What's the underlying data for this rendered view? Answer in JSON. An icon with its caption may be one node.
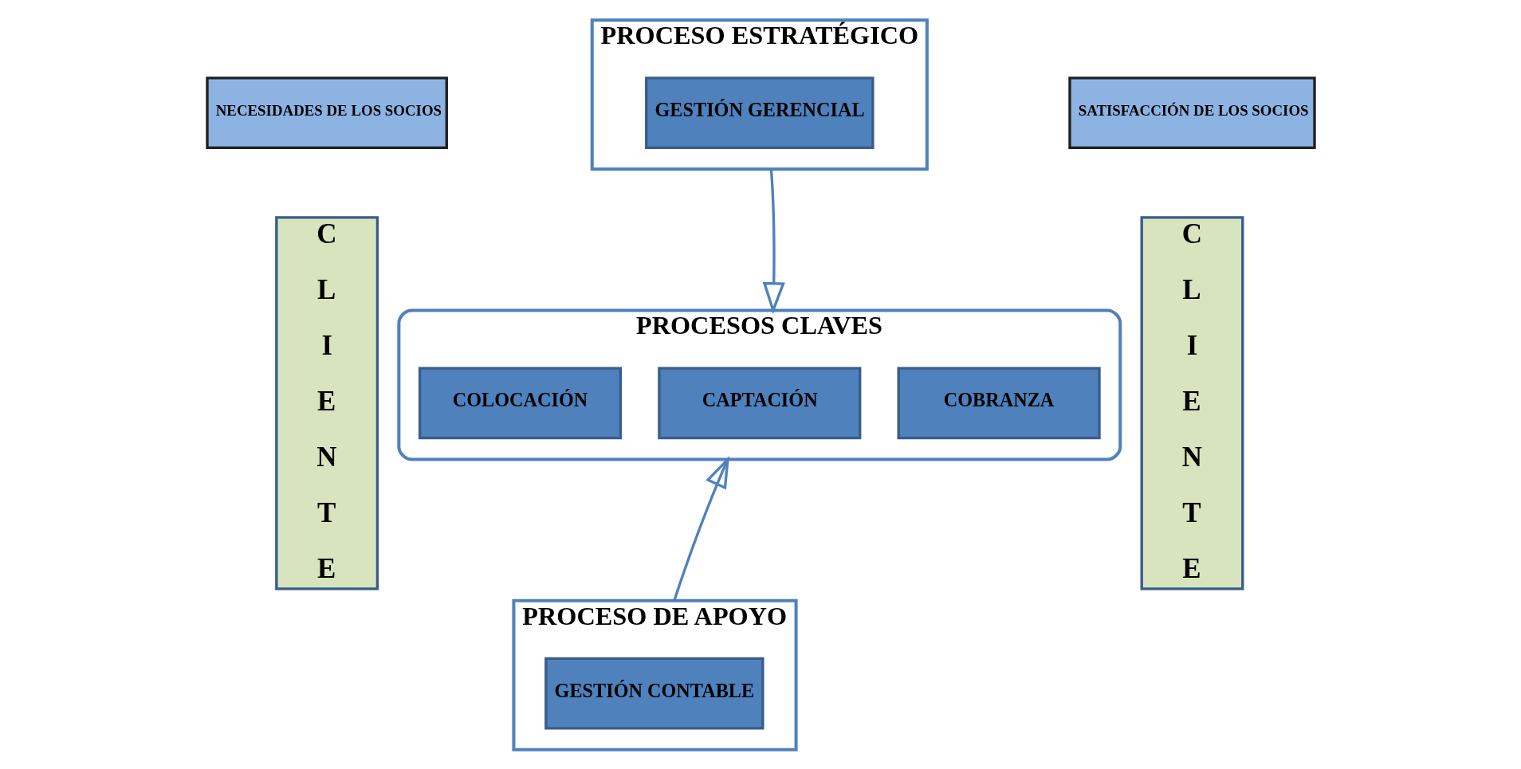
{
  "diagram": {
    "nodes": [
      {
        "text": [
          "NECESIDADES DE LOS SOCIOS"
        ]
      },
      {
        "text": [
          "C L I E N T E"
        ]
      },
      {
        "text": [
          "PROCESO ESTRATÉGICO"
        ]
      },
      {
        "text": [
          "GESTIÓN GERENCIAL"
        ],
        "in": 2
      },
      {
        "text": [
          "PROCESOS CLAVES"
        ]
      },
      {
        "text": [
          "COLOCACIÓN"
        ],
        "in": 4
      },
      {
        "text": [
          "CAPTACIÓN"
        ],
        "in": 4
      },
      {
        "text": [
          "COBRANZA"
        ],
        "in": 4
      },
      {
        "text": [
          "PROCESO DE APOYO"
        ]
      },
      {
        "text": [
          "GESTIÓN CONTABLE"
        ],
        "in": 8
      },
      {
        "text": [
          "SATISFACCIÓN DE LOS SOCIOS"
        ]
      },
      {
        "text": [
          "C L I E N T E"
        ]
      }
    ],
    "edges": [
      {
        "from": 2,
        "to": 4,
        "arrow": "to"
      },
      {
        "from": 8,
        "to": 4,
        "arrow": "to"
      }
    ]
  }
}
